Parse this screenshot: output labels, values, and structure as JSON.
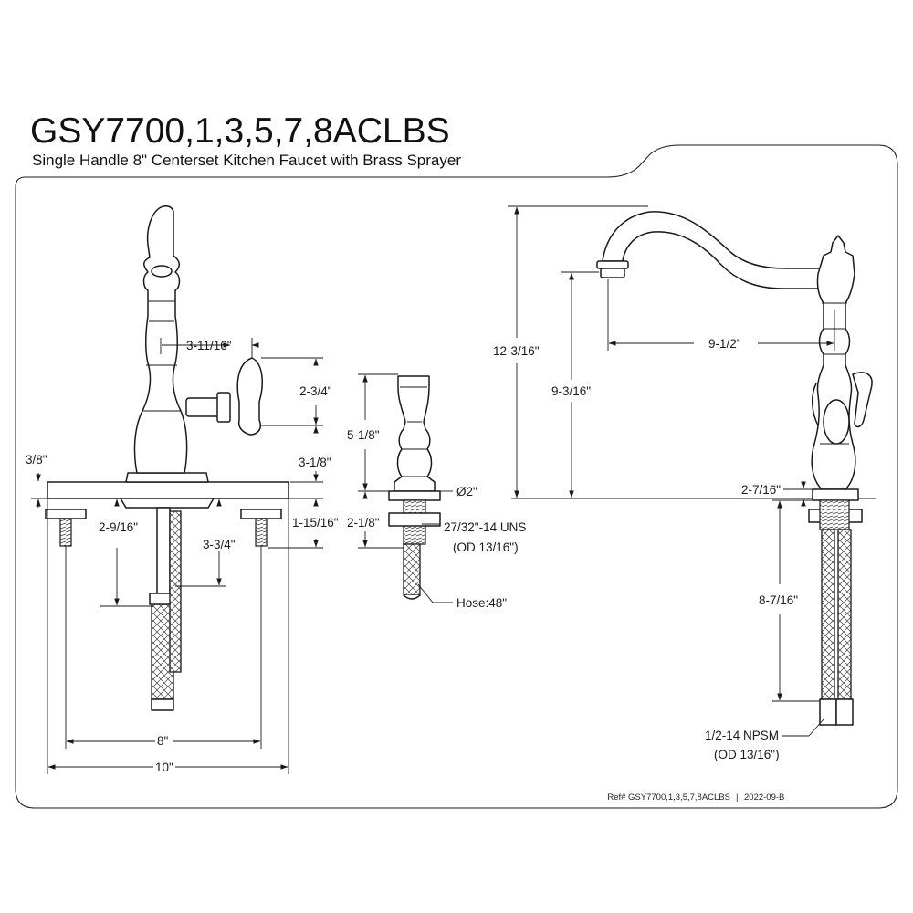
{
  "header": {
    "title": "GSY7700,1,3,5,7,8ACLBS",
    "subtitle": "Single Handle 8\" Centerset Kitchen Faucet with Brass Sprayer"
  },
  "front_view": {
    "spout_to_handle": "3-11/16\"",
    "handle_height": "2-3/4\"",
    "handle_to_deck": "3-1/8\"",
    "plate_thickness": "3/8\"",
    "shank_offset": "2-9/16\"",
    "stub_length": "3-3/4\"",
    "under_deck": "1-15/16\"",
    "hole_spread": "8\"",
    "plate_width": "10\""
  },
  "sprayer_view": {
    "height": "5-1/8\"",
    "base_diameter": "Ø2\"",
    "shank_length": "2-1/8\"",
    "thread_spec": "27/32\"-14 UNS",
    "thread_od": "(OD 13/16\")",
    "hose": "Hose:48\""
  },
  "side_view": {
    "overall_height": "12-3/16\"",
    "spout_clearance": "9-3/16\"",
    "spout_reach": "9-1/2\"",
    "base_to_deck": "2-7/16\"",
    "supply_length": "8-7/16\"",
    "supply_thread": "1/2-14 NPSM",
    "supply_od": "(OD 13/16\")"
  },
  "footer": {
    "ref_label": "Ref# GSY7700,1,3,5,7,8ACLBS",
    "separator": "|",
    "revision": "2022-09-B"
  }
}
